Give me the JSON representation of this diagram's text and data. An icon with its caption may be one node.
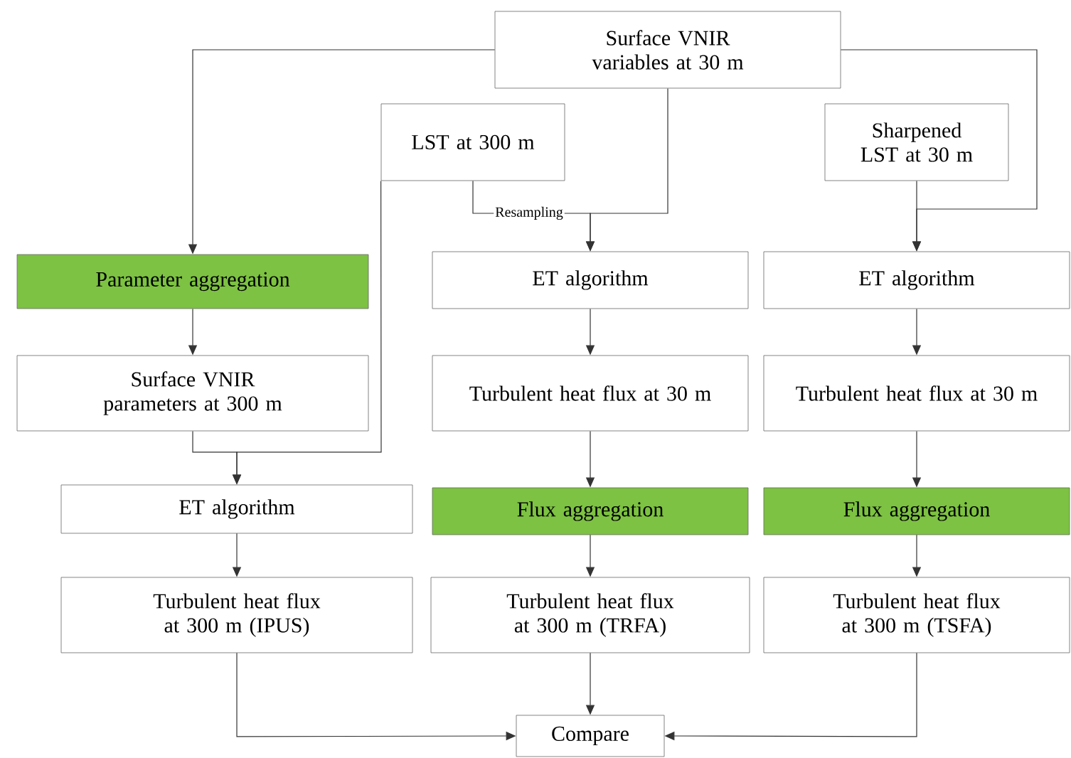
{
  "diagram": {
    "nodes": [
      {
        "text": [
          "Surface VNIR variables at 30 m"
        ]
      },
      {
        "text": [
          "LST at 300 m"
        ]
      },
      {
        "text": [
          "Sharpened LST at 30 m"
        ]
      },
      {
        "text": [
          "Parameter aggregation"
        ]
      },
      {
        "text": [
          "ET algorithm"
        ]
      },
      {
        "text": [
          "ET algorithm"
        ]
      },
      {
        "text": [
          "Surface VNIR parameters at 300 m"
        ]
      },
      {
        "text": [
          "Turbulent heat flux at 30 m"
        ]
      },
      {
        "text": [
          "Turbulent heat flux at 30 m"
        ]
      },
      {
        "text": [
          "ET algorithm"
        ]
      },
      {
        "text": [
          "Flux aggregation"
        ]
      },
      {
        "text": [
          "Flux aggregation"
        ]
      },
      {
        "text": [
          "Turbulent heat flux at 300 m (IPUS)"
        ]
      },
      {
        "text": [
          "Turbulent heat flux at 300 m (TRFA)"
        ]
      },
      {
        "text": [
          "Turbulent heat flux at 300 m (TSFA)"
        ]
      },
      {
        "text": [
          "Compare"
        ]
      }
    ],
    "edges": [
      {
        "from": 0,
        "to": 3,
        "arrow": "to"
      },
      {
        "from": 0,
        "to": 4,
        "arrow": "to"
      },
      {
        "from": 1,
        "to": 4,
        "arrow": "to",
        "label": "Resampling"
      },
      {
        "from": 0,
        "to": 5,
        "arrow": "to"
      },
      {
        "from": 2,
        "to": 5,
        "arrow": "to"
      },
      {
        "from": 3,
        "to": 6,
        "arrow": "to"
      },
      {
        "from": 4,
        "to": 7,
        "arrow": "to"
      },
      {
        "from": 5,
        "to": 8,
        "arrow": "to"
      },
      {
        "from": 6,
        "to": 9,
        "arrow": "to"
      },
      {
        "from": 1,
        "to": 9,
        "arrow": "to"
      },
      {
        "from": 7,
        "to": 10,
        "arrow": "to"
      },
      {
        "from": 8,
        "to": 11,
        "arrow": "to"
      },
      {
        "from": 9,
        "to": 12,
        "arrow": "to"
      },
      {
        "from": 10,
        "to": 13,
        "arrow": "to"
      },
      {
        "from": 11,
        "to": 14,
        "arrow": "to"
      },
      {
        "from": 12,
        "to": 15,
        "arrow": "to"
      },
      {
        "from": 13,
        "to": 15,
        "arrow": "to"
      },
      {
        "from": 14,
        "to": 15,
        "arrow": "to"
      }
    ]
  }
}
